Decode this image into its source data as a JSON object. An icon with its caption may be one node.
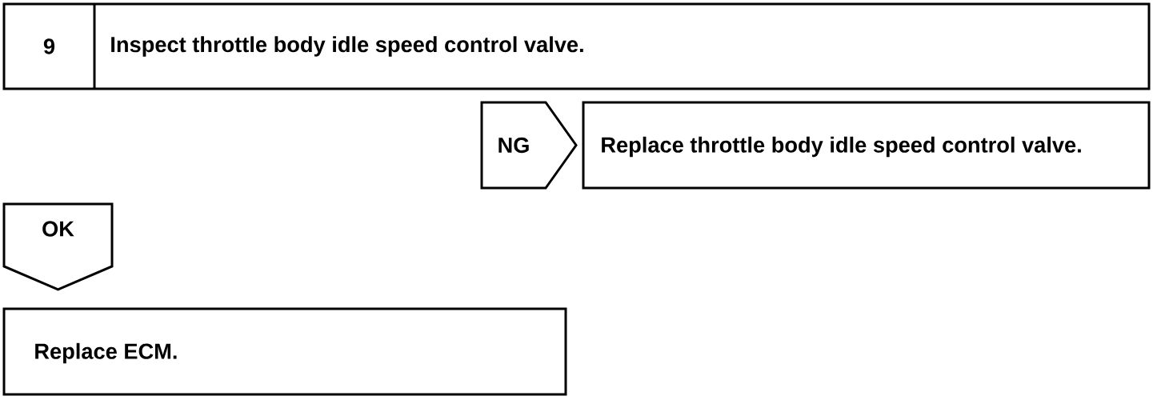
{
  "diagram": {
    "nodes": [
      {
        "text": [
          "9",
          "Inspect throttle body idle speed control valve."
        ]
      },
      {
        "text": [
          "NG"
        ]
      },
      {
        "text": [
          "Replace throttle body idle speed control valve."
        ]
      },
      {
        "text": [
          "OK"
        ]
      },
      {
        "text": [
          "Replace ECM."
        ]
      }
    ]
  }
}
